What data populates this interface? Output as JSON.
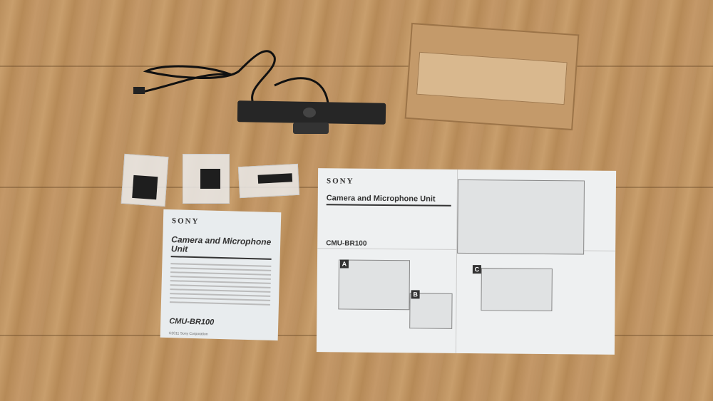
{
  "manual_booklet": {
    "brand": "SONY",
    "title": "Camera and Microphone Unit",
    "model": "CMU-BR100",
    "copyright": "©2011 Sony Corporation"
  },
  "install_sheet": {
    "brand": "SONY",
    "title": "Camera and Microphone Unit",
    "model": "CMU-BR100",
    "panels": [
      "A",
      "B",
      "C"
    ]
  }
}
